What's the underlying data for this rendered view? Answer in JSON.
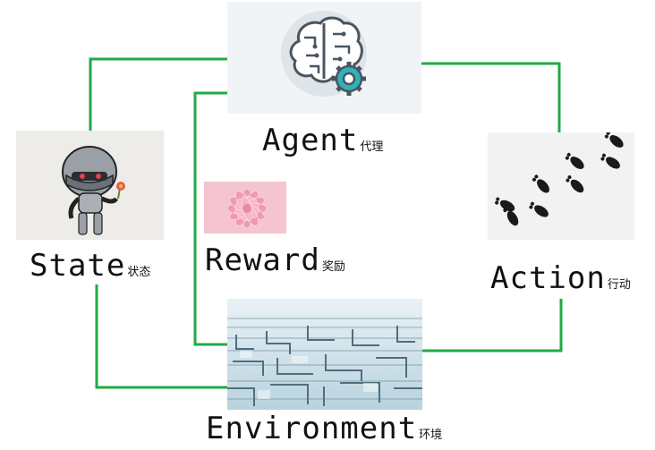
{
  "diagram": {
    "connector_color": "#1faa46",
    "nodes": {
      "agent": {
        "label_en": "Agent",
        "label_zh": "代理",
        "icon": "brain-gear-icon"
      },
      "state": {
        "label_en": "State",
        "label_zh": "状态",
        "icon": "robot-with-flower-icon"
      },
      "action": {
        "label_en": "Action",
        "label_zh": "行动",
        "icon": "footprints-icon"
      },
      "environment": {
        "label_en": "Environment",
        "label_zh": "环境",
        "icon": "maze-icon"
      },
      "reward": {
        "label_en": "Reward",
        "label_zh": "奖励",
        "icon": "pink-flower-icon"
      }
    }
  }
}
